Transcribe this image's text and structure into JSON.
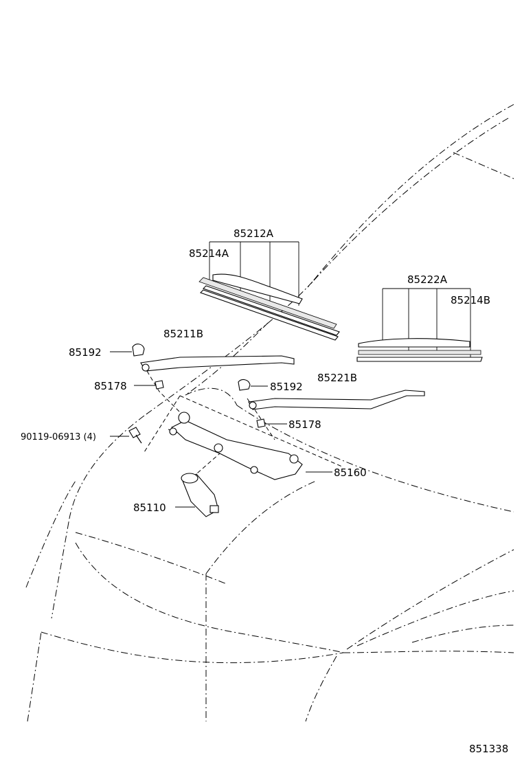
{
  "labels": {
    "p85212A": "85212A",
    "p85214A": "85214A",
    "p85222A": "85222A",
    "p85214B": "85214B",
    "p85211B": "85211B",
    "p85192_left": "85192",
    "p85178_left": "85178",
    "p85192_right": "85192",
    "p85221B": "85221B",
    "p85178_right": "85178",
    "p90119": "90119-06913 (4)",
    "p85160": "85160",
    "p85110": "85110",
    "diagram_id": "851338"
  }
}
